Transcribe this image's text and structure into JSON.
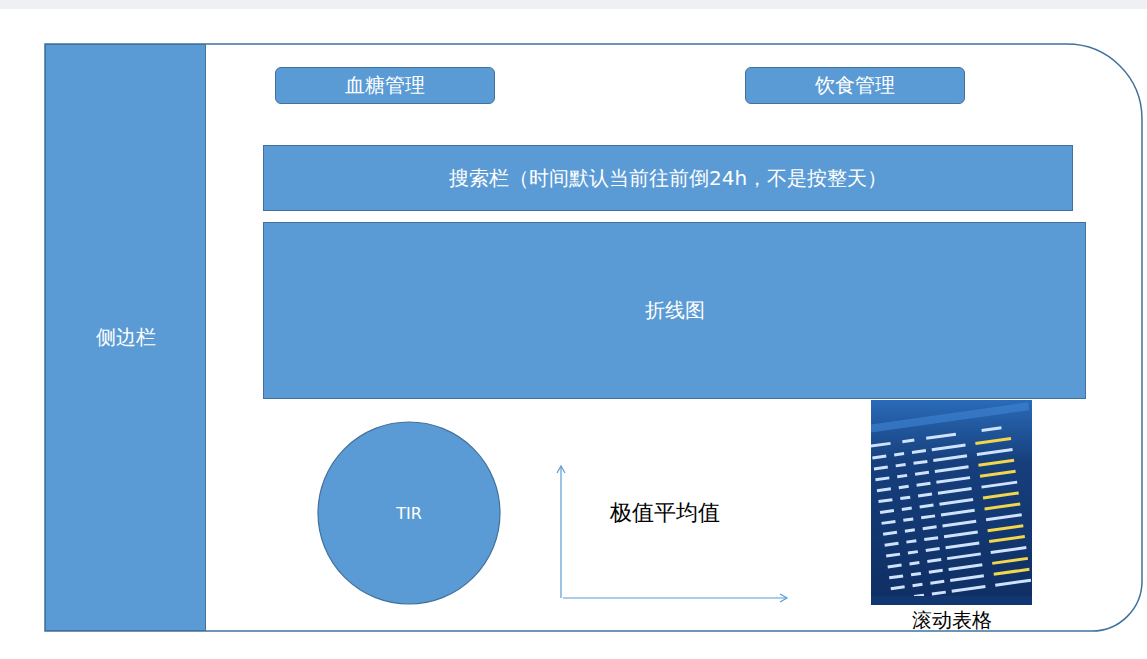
{
  "diagram": {
    "nodes": [
      {
        "text": [
          "侧边栏"
        ]
      },
      {
        "text": [
          "血糖管理"
        ]
      },
      {
        "text": [
          "饮食管理"
        ]
      },
      {
        "text": [
          "搜索栏（时间默认当前往前倒24h，不是按整天）"
        ]
      },
      {
        "text": [
          "折线图"
        ]
      },
      {
        "text": [
          "TIR"
        ]
      },
      {
        "text": [
          "滚动表格"
        ]
      }
    ],
    "labels": [
      "极值平均值"
    ]
  }
}
